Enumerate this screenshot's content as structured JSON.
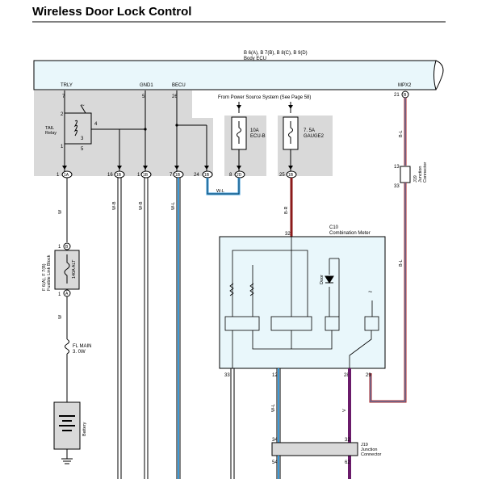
{
  "page": {
    "title": "Wireless Door Lock Control"
  },
  "ecu": {
    "codes": "B 6(A), B 7(B), B 8(C), B 9(D)",
    "name": "Body ECU",
    "terminals": [
      {
        "label": "TRLY",
        "pin": "7"
      },
      {
        "label": "GND1",
        "pin": "5"
      },
      {
        "label": "BECU",
        "pin": "26"
      },
      {
        "label": "MPX2",
        "pin": "21"
      }
    ],
    "mpx2_connector": "B"
  },
  "tail_relay": {
    "name": "TAIL\nRelay",
    "pins": [
      "2",
      "1",
      "3",
      "5",
      "4"
    ]
  },
  "power_source": {
    "note": "From Power Source System (See Page 58)"
  },
  "fuses_top": [
    {
      "rating": "10A",
      "name": "ECU-B"
    },
    {
      "rating": "7. 5A",
      "name": "GAUGE2"
    }
  ],
  "connectors_row": [
    {
      "pin": "1",
      "id": "1A"
    },
    {
      "pin": "16",
      "id": "1B"
    },
    {
      "pin": "1",
      "id": "1B"
    },
    {
      "pin": "7",
      "id": "1B"
    },
    {
      "pin": "24",
      "id": "1B"
    },
    {
      "pin": "8",
      "id": "2D"
    },
    {
      "pin": "25",
      "id": "1B"
    }
  ],
  "wire_colors": {
    "w_top": "W",
    "wb": "W-B",
    "wb2": "W-B",
    "wl": "W-L",
    "wl_jumper": "W-L",
    "br": "B-R",
    "w_mid": "W",
    "wl_meter": "W-L",
    "v": "V",
    "bl": "B-L",
    "bl2": "B-L"
  },
  "junction_j19_top": {
    "name": "J19\nJunction\nConnector",
    "pins": [
      "13",
      "33"
    ]
  },
  "fusible_block": {
    "label": "F 6(A), F 7(B)\nFusible Link Block",
    "rating": "140A ALT",
    "connectors": [
      "B",
      "A"
    ],
    "pins": [
      "1",
      "1"
    ]
  },
  "fl_main": {
    "name": "FL MAIN",
    "rating": "3. 0W"
  },
  "battery": {
    "name": "Battery"
  },
  "combination_meter": {
    "id": "C10",
    "name": "Combination Meter",
    "door_label": "Door",
    "pins_top": [
      "32"
    ],
    "pins_bottom": [
      "33",
      "12",
      "28",
      "29"
    ]
  },
  "junction_j19_bottom": {
    "name": "J19\nJunction\nConnector",
    "pins": [
      "34",
      "32",
      "54",
      "62"
    ]
  },
  "colors": {
    "red_wire": "#b22222",
    "blue_wire": "#3a9ad9",
    "purple_wire": "#6a1b6a",
    "dark_red_wire": "#8b1a1a",
    "gray_box": "#d9d9d9",
    "cyan_box": "#e9f7fb"
  }
}
